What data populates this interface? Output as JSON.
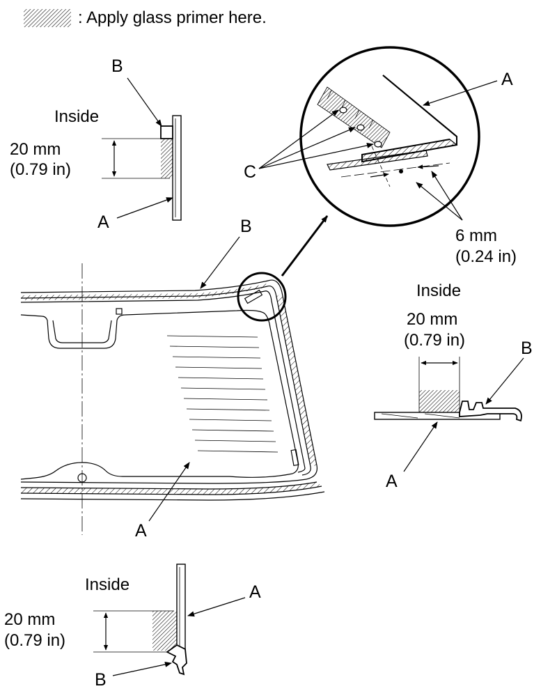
{
  "legend": {
    "text": ": Apply glass primer here.",
    "swatch_icon": "hatch-pattern"
  },
  "detail_top_left": {
    "inside_label": "Inside",
    "dimension_mm": "20 mm",
    "dimension_in": "(0.79 in)",
    "callout_b": "B",
    "callout_a": "A"
  },
  "detail_zoom": {
    "callout_a": "A",
    "callout_c": "C",
    "dimension_mm": "6 mm",
    "dimension_in": "(0.24 in)"
  },
  "main_view": {
    "callout_b": "B",
    "callout_a": "A"
  },
  "detail_right": {
    "inside_label": "Inside",
    "dimension_mm": "20 mm",
    "dimension_in": "(0.79 in)",
    "callout_b": "B",
    "callout_a": "A"
  },
  "detail_bottom_left": {
    "inside_label": "Inside",
    "dimension_mm": "20 mm",
    "dimension_in": "(0.79 in)",
    "callout_b": "B",
    "callout_a": "A"
  }
}
